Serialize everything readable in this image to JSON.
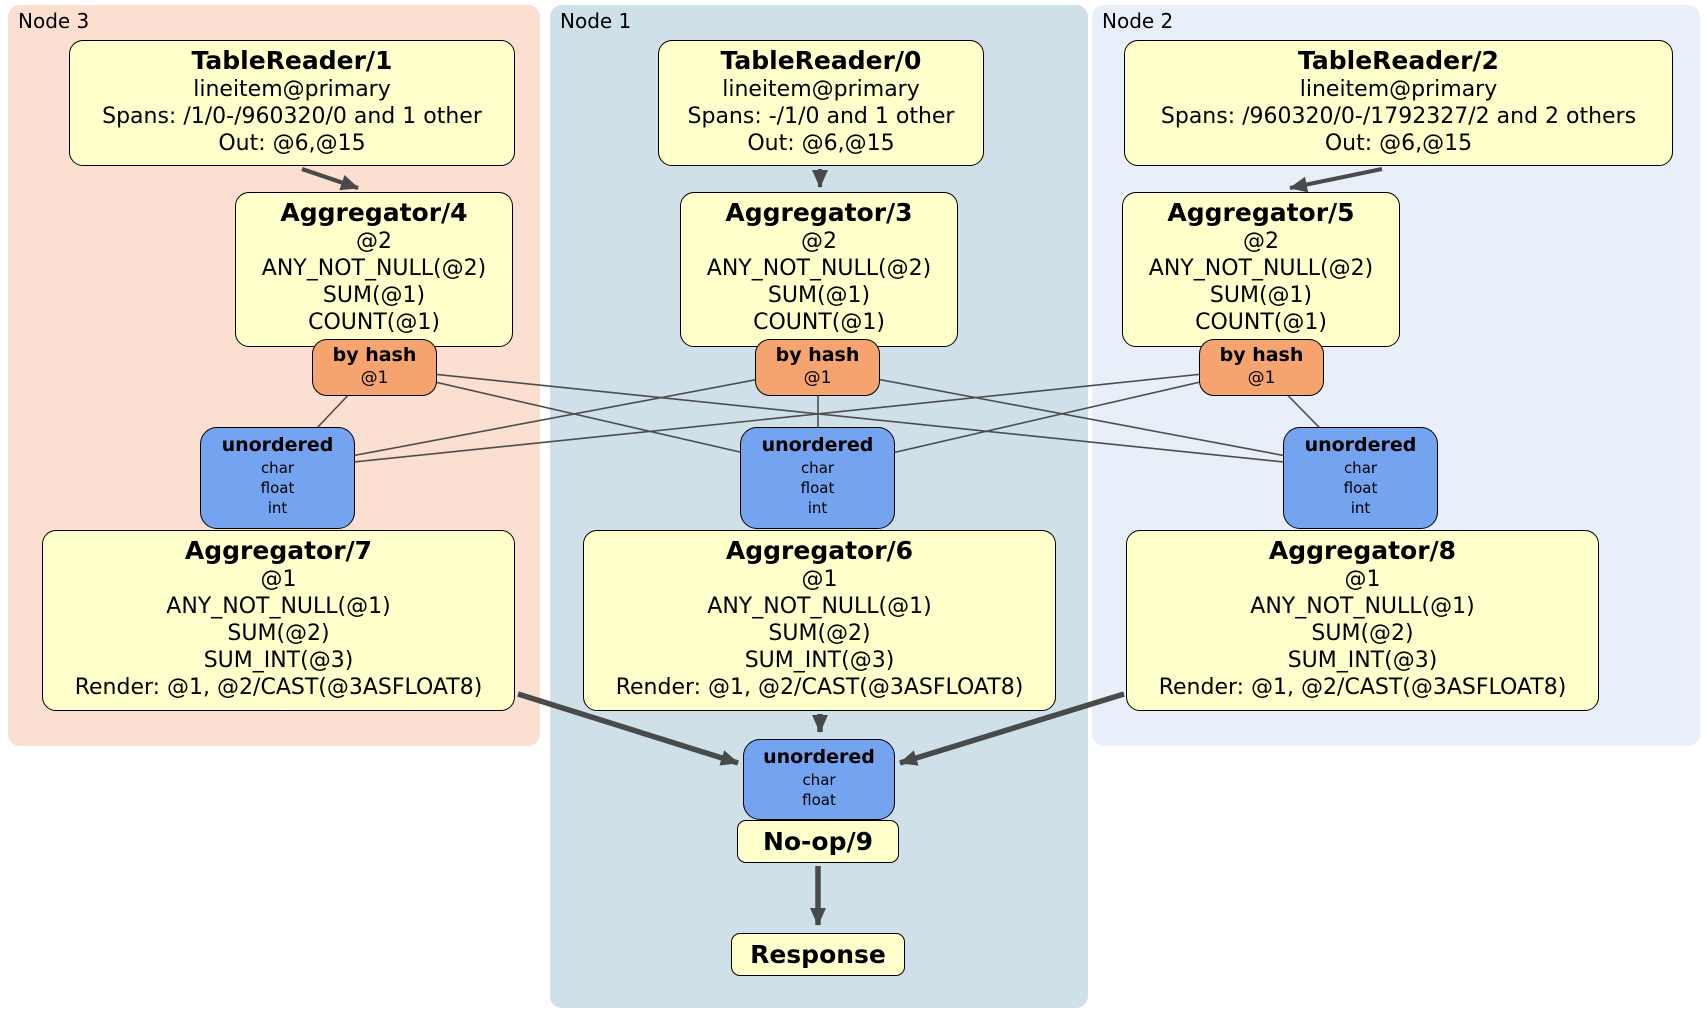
{
  "colors": {
    "node3_panel": "#FBE0D1",
    "node1_panel": "#CFE0E9",
    "node2_panel": "#E9EFF9",
    "processor_box": "#FFFFCC",
    "router_box": "#F5A470",
    "sync_box": "#74A3EF",
    "edge": "#4A4A4A"
  },
  "nodes": [
    {
      "label": "Node 3",
      "table_reader": {
        "title": "TableReader/1",
        "lines": [
          "lineitem@primary",
          "Spans: /1/0-/960320/0 and 1 other",
          "Out: @6,@15"
        ]
      },
      "aggregator_top": {
        "title": "Aggregator/4",
        "lines": [
          "@2",
          "ANY_NOT_NULL(@2)",
          "SUM(@1)",
          "COUNT(@1)"
        ]
      },
      "router": {
        "title": "by hash",
        "lines": [
          "@1"
        ]
      },
      "sync": {
        "title": "unordered",
        "lines": [
          "char",
          "float",
          "int"
        ]
      },
      "aggregator_bottom": {
        "title": "Aggregator/7",
        "lines": [
          "@1",
          "ANY_NOT_NULL(@1)",
          "SUM(@2)",
          "SUM_INT(@3)",
          "Render: @1, @2/CAST(@3ASFLOAT8)"
        ]
      }
    },
    {
      "label": "Node 1",
      "table_reader": {
        "title": "TableReader/0",
        "lines": [
          "lineitem@primary",
          "Spans: -/1/0 and 1 other",
          "Out: @6,@15"
        ]
      },
      "aggregator_top": {
        "title": "Aggregator/3",
        "lines": [
          "@2",
          "ANY_NOT_NULL(@2)",
          "SUM(@1)",
          "COUNT(@1)"
        ]
      },
      "router": {
        "title": "by hash",
        "lines": [
          "@1"
        ]
      },
      "sync": {
        "title": "unordered",
        "lines": [
          "char",
          "float",
          "int"
        ]
      },
      "aggregator_bottom": {
        "title": "Aggregator/6",
        "lines": [
          "@1",
          "ANY_NOT_NULL(@1)",
          "SUM(@2)",
          "SUM_INT(@3)",
          "Render: @1, @2/CAST(@3ASFLOAT8)"
        ]
      }
    },
    {
      "label": "Node 2",
      "table_reader": {
        "title": "TableReader/2",
        "lines": [
          "lineitem@primary",
          "Spans: /960320/0-/1792327/2 and 2 others",
          "Out: @6,@15"
        ]
      },
      "aggregator_top": {
        "title": "Aggregator/5",
        "lines": [
          "@2",
          "ANY_NOT_NULL(@2)",
          "SUM(@1)",
          "COUNT(@1)"
        ]
      },
      "router": {
        "title": "by hash",
        "lines": [
          "@1"
        ]
      },
      "sync": {
        "title": "unordered",
        "lines": [
          "char",
          "float",
          "int"
        ]
      },
      "aggregator_bottom": {
        "title": "Aggregator/8",
        "lines": [
          "@1",
          "ANY_NOT_NULL(@1)",
          "SUM(@2)",
          "SUM_INT(@3)",
          "Render: @1, @2/CAST(@3ASFLOAT8)"
        ]
      }
    }
  ],
  "final": {
    "sync": {
      "title": "unordered",
      "lines": [
        "char",
        "float"
      ]
    },
    "noop_label": "No-op/9",
    "response_label": "Response"
  }
}
